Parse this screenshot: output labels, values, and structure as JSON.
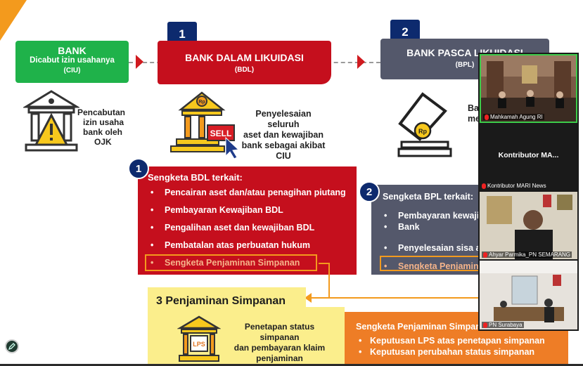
{
  "slide": {
    "bank": {
      "title": "BANK",
      "subtitle": "Dicabut izin usahanya",
      "abbr": "(CIU)",
      "desc": [
        "Pencabutan",
        "izin usaha",
        "bank oleh",
        "OJK"
      ]
    },
    "bdl": {
      "num": "1",
      "title": "BANK DALAM LIKUIDASI",
      "abbr": "(BDL)",
      "desc": [
        "Penyelesaian seluruh",
        "aset dan kewajiban",
        "bank sebagai akibat",
        "CIU"
      ],
      "sell_label": "SELL"
    },
    "bpl": {
      "num": "2",
      "title": "BANK PASCA LIKUIDASI",
      "abbr": "(BPL)",
      "desc_partial": [
        "Ba",
        "me"
      ]
    },
    "dispute_bdl": {
      "num": "1",
      "title": "Sengketa BDL terkait:",
      "items": [
        "Pencairan aset dan/atau penagihan piutang",
        "Pembayaran Kewajiban BDL",
        "Pengalihan aset dan kewajiban BDL",
        "Pembatalan atas perbuatan hukum",
        "Sengketa Penjaminan Simpanan"
      ]
    },
    "dispute_bpl": {
      "num": "2",
      "title": "Sengketa BPL terkait:",
      "items": [
        "Pembayaran kewajiban",
        "Bank",
        "Penyelesaian sisa aset",
        "Sengketa Penjaminan"
      ]
    },
    "guarantee": {
      "title": "3 Penjaminan Simpanan",
      "desc": [
        "Penetapan status simpanan",
        "dan pembayaran klaim",
        "penjaminan"
      ],
      "icon_text": "LPS"
    },
    "guarantee_dispute": {
      "title": "Sengketa Penjaminan Simpanan",
      "items": [
        "Keputusan LPS atas penetapan simpanan",
        "Keputusan perubahan status simpanan"
      ]
    }
  },
  "video_panel": {
    "tiles": [
      {
        "label": "Mahkamah Agung RI",
        "type": "video"
      },
      {
        "label": "Kontributor MARI News",
        "name": "Kontributor MA...",
        "type": "name"
      },
      {
        "label": "Ahyar Parmika_PN SEMARANG",
        "type": "video"
      },
      {
        "label": "PN Surabaya",
        "type": "video"
      }
    ]
  },
  "colors": {
    "green": "#1fb24a",
    "red": "#c50f1d",
    "gray": "#54586b",
    "navy": "#0d2a6e",
    "orange": "#ee7d26",
    "yellow": "#fbee8c"
  },
  "icons": [
    "warning-bank-icon",
    "sell-bank-icon",
    "collapsed-bank-icon",
    "lps-bank-icon",
    "pen-icon",
    "mic-muted-icon"
  ]
}
